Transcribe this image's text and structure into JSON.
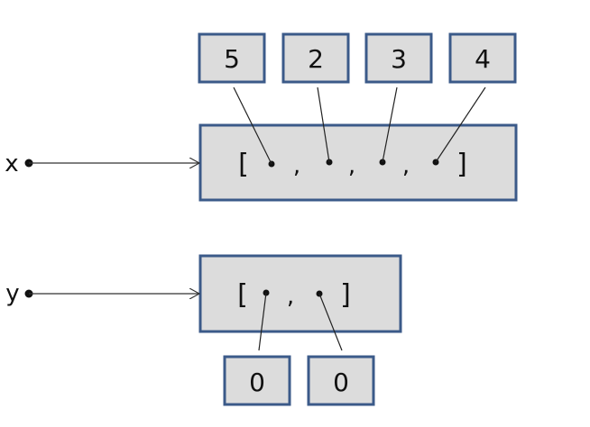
{
  "variables": {
    "x": {
      "name": "x",
      "list": {
        "open": "[",
        "close": "]",
        "separators": [
          ",",
          ",",
          ","
        ],
        "items": [
          "5",
          "2",
          "3",
          "4"
        ]
      }
    },
    "y": {
      "name": "y",
      "list": {
        "open": "[",
        "close": "]",
        "separators": [
          ","
        ],
        "items": [
          "0",
          "0"
        ]
      }
    }
  },
  "colors": {
    "box_fill": "#dcdcdc",
    "box_border": "#3b5a89",
    "line": "#222222"
  }
}
